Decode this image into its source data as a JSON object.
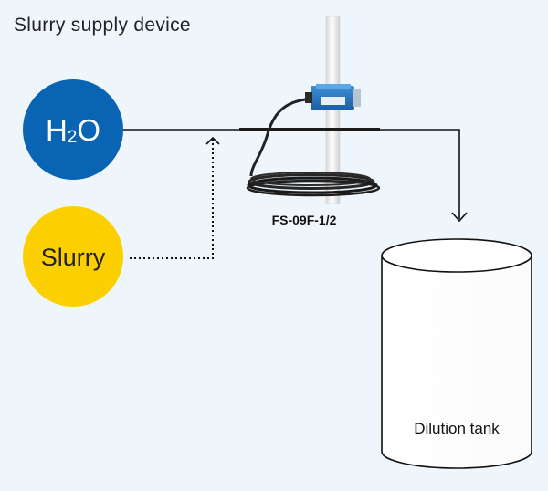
{
  "title": "Slurry supply device",
  "sources": {
    "water": {
      "label_main": "H",
      "label_sub": "2",
      "label_end": "O",
      "color": "#0a64b4"
    },
    "slurry": {
      "label": "Slurry",
      "color": "#fcd000"
    }
  },
  "sensor": {
    "model": "FS-09F-1/2",
    "icon": "flow-sensor-icon"
  },
  "tank": {
    "label": "Dilution tank"
  },
  "colors": {
    "background": "#eef6fc",
    "line": "#111111",
    "pipe": "#f4f4f4"
  }
}
